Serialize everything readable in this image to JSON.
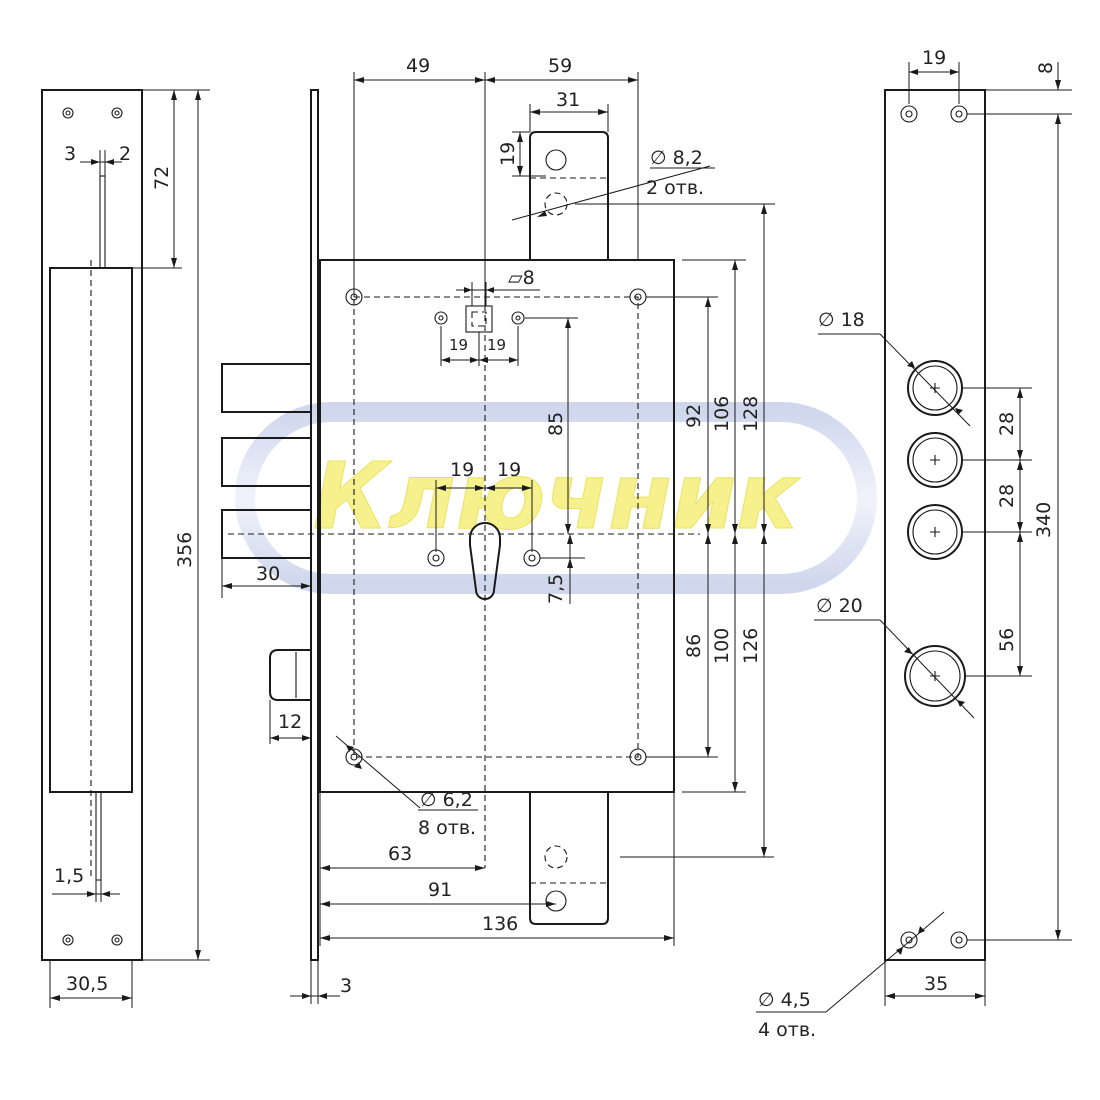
{
  "watermark": {
    "text": "Ключник",
    "ring_color": "#d9dff0",
    "text_color": "#f5ef7a"
  },
  "dimensions": {
    "left_view": {
      "d3": "3",
      "d2": "2",
      "d72": "72",
      "d356": "356",
      "d1_5": "1,5",
      "d30_5": "30,5"
    },
    "center_view": {
      "d49": "49",
      "d59": "59",
      "d31": "31",
      "d19_top": "19",
      "hole_8_2": "∅ 8,2",
      "hole_8_2_count": "2 отв.",
      "square_8": "▱8",
      "d19_a": "19",
      "d19_b": "19",
      "d85": "85",
      "d19_c": "19",
      "d19_d": "19",
      "d7_5": "7,5",
      "d92": "92",
      "d106": "106",
      "d128": "128",
      "d86": "86",
      "d100": "100",
      "d126": "126",
      "d30": "30",
      "d12": "12",
      "hole_6_2": "∅ 6,2",
      "hole_6_2_count": "8 отв.",
      "d63": "63",
      "d91": "91",
      "d136": "136",
      "d3": "3"
    },
    "right_view": {
      "d19": "19",
      "d8": "8",
      "dia18": "∅ 18",
      "d28_a": "28",
      "d28_b": "28",
      "d340": "340",
      "dia20": "∅ 20",
      "d56": "56",
      "hole_4_5": "∅ 4,5",
      "hole_4_5_count": "4 отв.",
      "d35": "35"
    }
  }
}
